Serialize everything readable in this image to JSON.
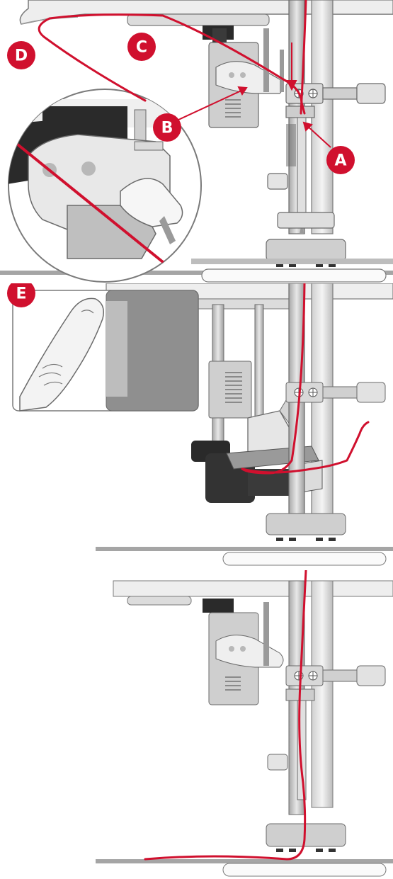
{
  "labels": {
    "a": "A",
    "b": "B",
    "c": "C",
    "d": "D",
    "e": "E"
  },
  "colors": {
    "thread": "#d0102e",
    "badge": "#d0102e",
    "metal_light": "#e6e6e6",
    "metal_mid": "#c4c4c4",
    "metal_dark": "#8f8f8f",
    "black_part": "#2a2a2a",
    "outline": "#6a6a6a"
  }
}
